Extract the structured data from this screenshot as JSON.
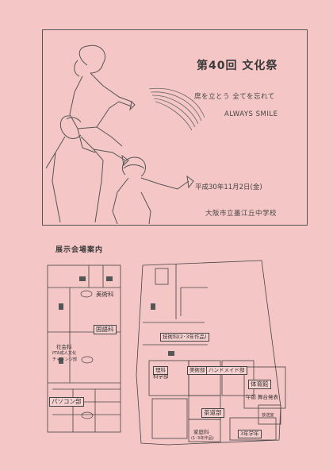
{
  "title": "第40回 文化祭",
  "slogan": "席を立とう 全てを忘れて",
  "slogan_en": "ALWAYS SMILE",
  "date": "平成30年11月2日(金)",
  "school": "大阪市立墨江丘中学校",
  "map": {
    "heading": "展示会場案内",
    "labels": {
      "art": "美術科",
      "japanese": "国語科",
      "social": "社会科",
      "pta_line1": "PTA成人文化",
      "pta_line2": "チャレンジ部",
      "pc": "パソコン部",
      "tech": "技術科(2･3年作品)",
      "science_line1": "理科",
      "science_line2": "科学部",
      "art_club": "美術部",
      "handmade": "ハンドメイド部",
      "gym": "体育館",
      "stage_line1": "午前",
      "stage_line2": "舞台発表",
      "tea": "茶道部",
      "home_line1": "家庭科",
      "home_line2": "(1･3年作品)",
      "third_year": "3年学年",
      "broadcast": "放送室"
    }
  }
}
